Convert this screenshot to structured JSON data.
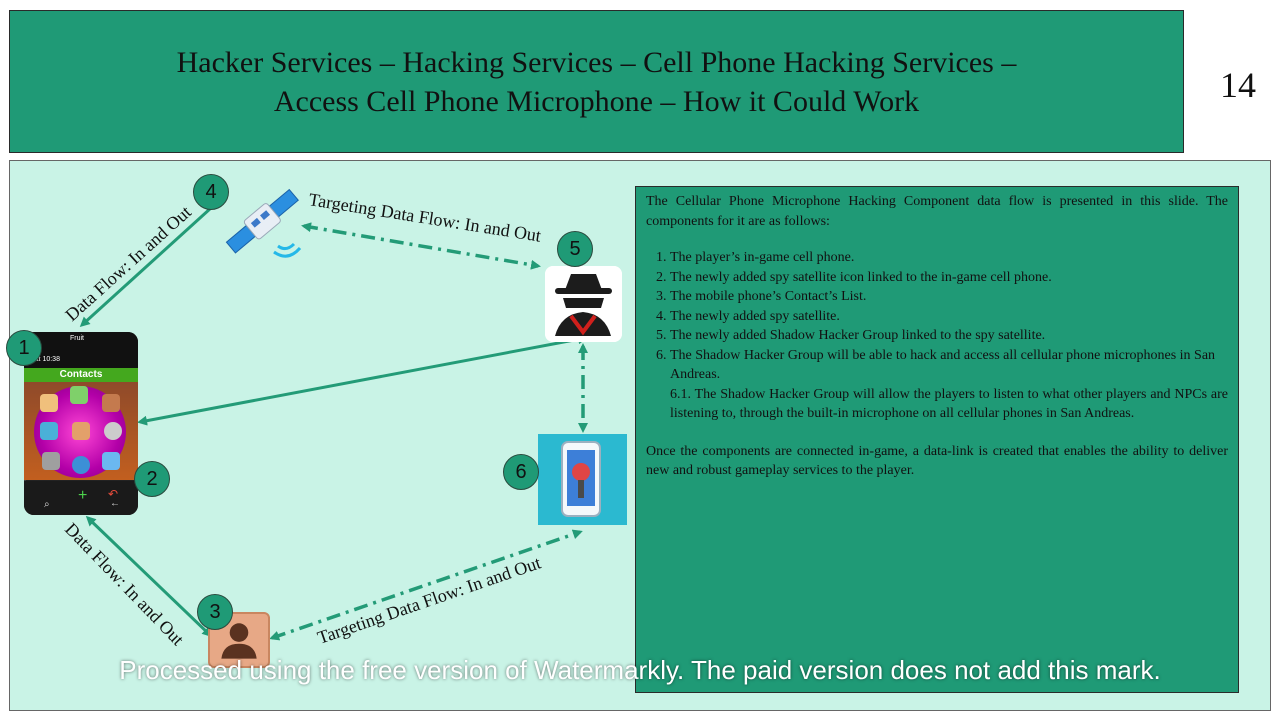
{
  "slide": {
    "title_line1": "Hacker Services – Hacking Services – Cell Phone Hacking Services –",
    "title_line2": "Access Cell Phone Microphone – How it Could Work",
    "page_number": "14"
  },
  "diagram": {
    "nodes": [
      {
        "number": "1",
        "icon": "cell-phone-icon"
      },
      {
        "number": "2",
        "icon": "spy-satellite-app-icon"
      },
      {
        "number": "3",
        "icon": "contacts-list-icon"
      },
      {
        "number": "4",
        "icon": "spy-satellite-icon"
      },
      {
        "number": "5",
        "icon": "shadow-hacker-icon"
      },
      {
        "number": "6",
        "icon": "microphone-phone-icon"
      }
    ],
    "edge_labels": {
      "phone_to_satellite": "Data Flow: In and Out",
      "satellite_to_hacker": "Targeting Data Flow: In and Out",
      "phone_to_contacts": "Data Flow: In and Out",
      "contacts_to_mic": "Targeting Data Flow: In and Out"
    },
    "phone_screen": {
      "brand": "Fruit",
      "status": "Sat 10:38",
      "header": "Contacts"
    },
    "colors": {
      "panel": "#1f9a76",
      "background": "#c9f3e6",
      "arrow": "#239b77"
    }
  },
  "info": {
    "intro": "The Cellular Phone Microphone Hacking Component data flow is presented in this slide. The components for it are as follows:",
    "items": [
      "The player’s in-game cell phone.",
      "The newly added spy satellite icon linked to the in-game cell phone.",
      "The mobile phone’s Contact’s List.",
      "The newly added spy satellite.",
      "The newly added Shadow Hacker Group linked to the spy satellite.",
      "The Shadow Hacker Group will be able to hack and access all cellular phone microphones in San Andreas."
    ],
    "subitem": "6.1. The Shadow Hacker Group will allow the players to listen to what other players and NPCs are listening to, through the built-in microphone on all cellular phones in San Andreas.",
    "closing": "Once the components are connected in-game, a data-link is created that enables the ability to deliver new and robust gameplay services to the player."
  },
  "watermark": "Processed using the free version of Watermarkly. The paid version does not add this mark."
}
